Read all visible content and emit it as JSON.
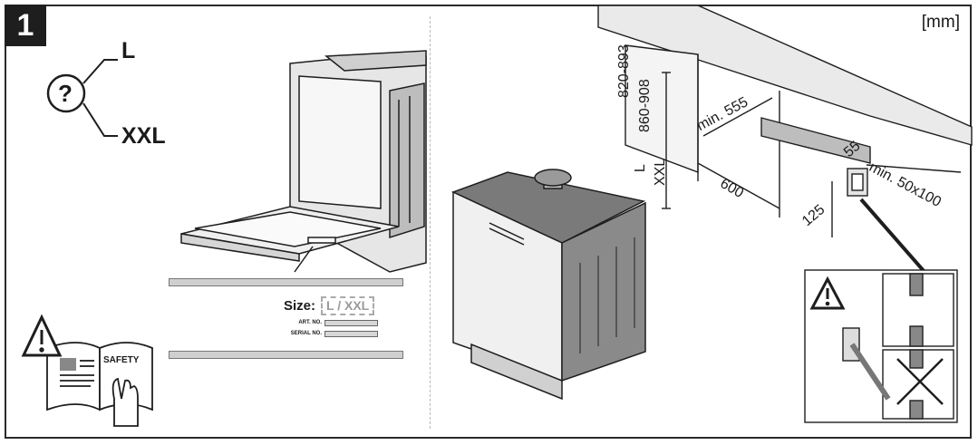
{
  "step": {
    "number": "1"
  },
  "sizes": {
    "question_mark": "?",
    "small": "L",
    "large": "XXL"
  },
  "label_plate": {
    "size_label": "Size:",
    "size_value": "L / XXL",
    "art_no_label": "ART. NO.",
    "serial_no_label": "SERIAL NO."
  },
  "manual": {
    "safety_label": "SAFETY"
  },
  "units": "[mm]",
  "dimensions": {
    "height_l": "820-893",
    "height_xxl": "860-908",
    "height_l_tag": "L",
    "height_xxl_tag": "XXL",
    "width_min": "min. 555",
    "depth": "600",
    "socket_offset": "55",
    "socket_height": "125",
    "opening_min": "min. 50x100"
  },
  "colors": {
    "ink": "#1e1e1e",
    "fill_grey": "#cfcfcf",
    "panel_grey": "#b8b8b8"
  }
}
